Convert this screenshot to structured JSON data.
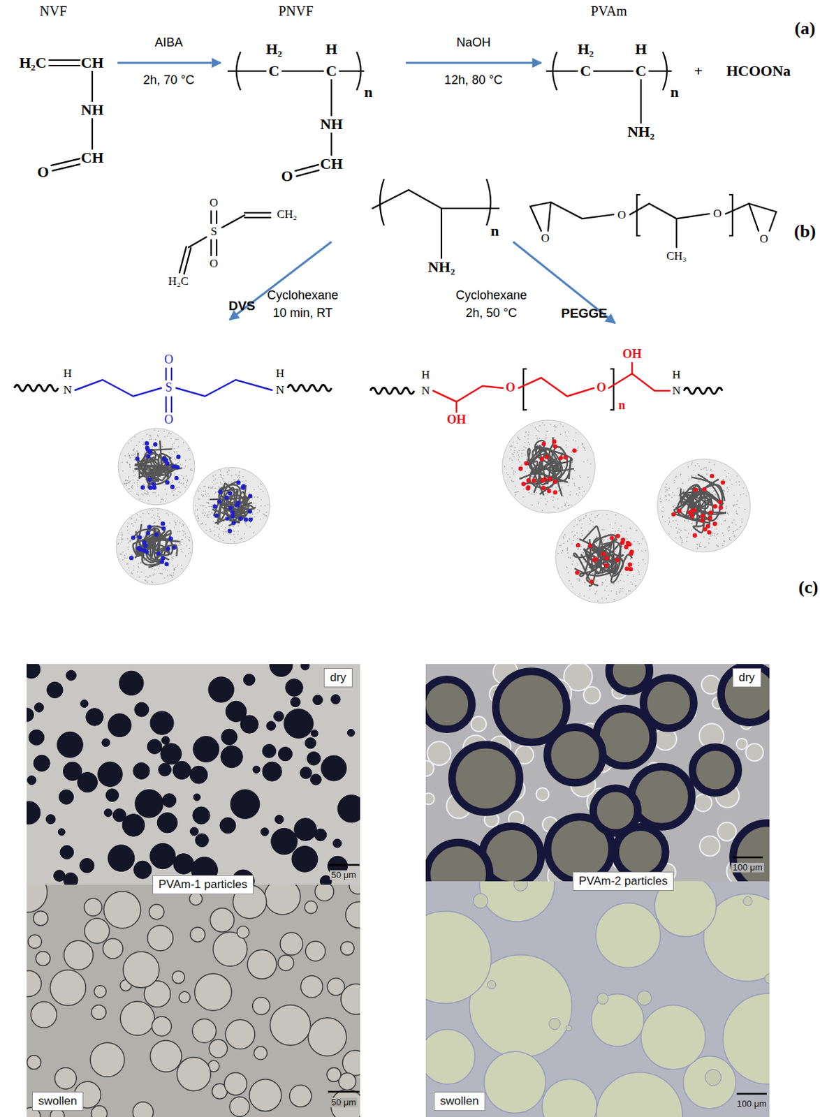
{
  "diagram": {
    "nodes": [
      {
        "text": [
          "dry"
        ]
      },
      {
        "text": [
          "PVAm-1 particles"
        ]
      },
      {
        "text": [
          "swollen"
        ]
      },
      {
        "text": [
          "dry"
        ]
      },
      {
        "text": [
          "PVAm-2 particles"
        ]
      },
      {
        "text": [
          "swollen"
        ]
      }
    ],
    "labels": [
      "(a)",
      "NVF",
      "H₂C",
      "CH",
      "NH",
      "O",
      "CH",
      "AIBA",
      "2h, 70 °C",
      "PNVF",
      "H₂",
      "C",
      "H",
      "C",
      "n",
      "NH",
      "O",
      "CH",
      "NaOH",
      "12h, 80 °C",
      "PVAm",
      "H₂",
      "C",
      "H",
      "C",
      "n",
      "NH₂",
      "+",
      "HCOONa",
      "(b)",
      "n",
      "NH₂",
      "O",
      "S",
      "O",
      "CH₂",
      "H₂C",
      "DVS",
      "Cyclohexane",
      "10 min, RT",
      "Cyclohexane",
      "2h, 50 °C",
      "PEGGE",
      "O",
      "O",
      "O",
      "CH₃",
      "O",
      "H",
      "N",
      "O",
      "S",
      "O",
      "H",
      "N",
      "H",
      "N",
      "OH",
      "O",
      "O",
      "n",
      "OH",
      "H",
      "N",
      "(c)",
      "50 μm",
      "50 μm",
      "100 μm",
      "100 μm"
    ]
  }
}
